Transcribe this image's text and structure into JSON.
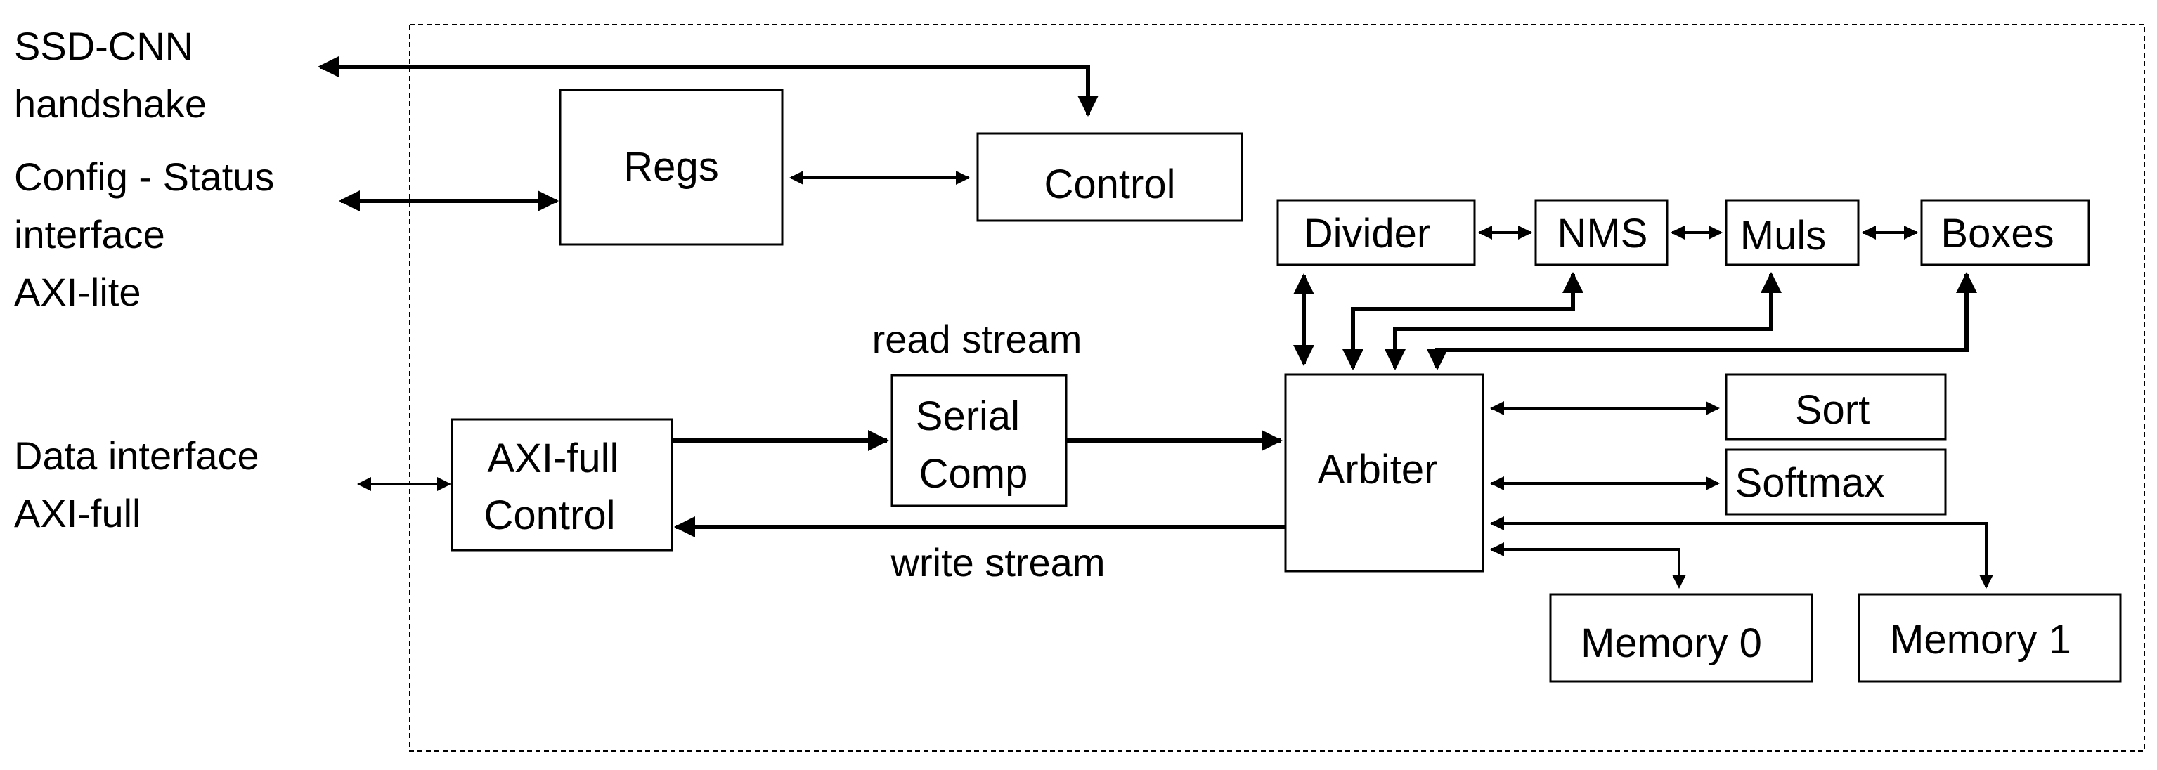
{
  "external_labels": {
    "ssd_cnn_handshake": [
      "SSD-CNN",
      "handshake"
    ],
    "config_status": [
      "Config - Status",
      "interface",
      "AXI-lite"
    ],
    "data_interface": [
      "Data interface",
      "AXI-full"
    ]
  },
  "blocks": {
    "regs": [
      "Regs"
    ],
    "control": [
      "Control"
    ],
    "divider": [
      "Divider"
    ],
    "nms": [
      "NMS"
    ],
    "muls": [
      "Muls"
    ],
    "boxes": [
      "Boxes"
    ],
    "axi_full_control": [
      "AXI-full",
      "Control"
    ],
    "serial_comp": [
      "Serial",
      "Comp"
    ],
    "arbiter": [
      "Arbiter"
    ],
    "sort": [
      "Sort"
    ],
    "softmax": [
      "Softmax"
    ],
    "memory_0": [
      "Memory 0"
    ],
    "memory_1": [
      "Memory 1"
    ]
  },
  "stream_labels": {
    "read_stream": "read stream",
    "write_stream": "write stream"
  }
}
